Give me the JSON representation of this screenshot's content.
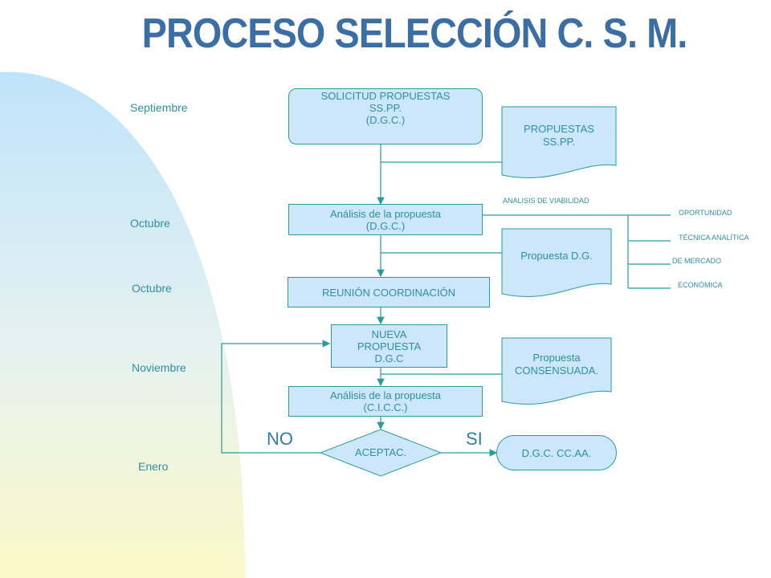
{
  "title": "PROCESO SELECCIÓN C. S. M.",
  "months": [
    "Septiembre",
    "Octubre",
    "Octubre",
    "Noviembre",
    "Enero"
  ],
  "boxes": {
    "solicitud": "SOLICITUD PROPUESTAS\nSS.PP.\n(D.G.C.)",
    "analisis_dgc": "Análisis de la propuesta\n(D.G.C.)",
    "reunion": "REUNIÓN COORDINACIÓN",
    "nueva": "NUEVA\nPROPUESTA\nD.G.C",
    "analisis_cicc": "Análisis de la propuesta\n(C.I.C.C.)",
    "aceptac": "ACEPTAC.",
    "dgc_ccaa": "D.G.C. CC.AA."
  },
  "documents": {
    "propuestas": "PROPUESTAS\nSS.PP.",
    "propuesta_dg": "Propuesta D.G.",
    "consensuada": "Propuesta\nCONSENSUADA."
  },
  "viabilidad": {
    "header": "ANALISIS DE VIABILIDAD",
    "items": [
      "OPORTUNIDAD",
      "TÉCNICA ANALÍTICA",
      "DE MERCADO",
      "ECONÓMICA"
    ]
  },
  "decision": {
    "no": "NO",
    "si": "SI"
  },
  "colors": {
    "title": "#3a6ea5",
    "box_fill": "#cce6fa",
    "line": "#2a9d9a",
    "text": "#2f8fa0"
  }
}
